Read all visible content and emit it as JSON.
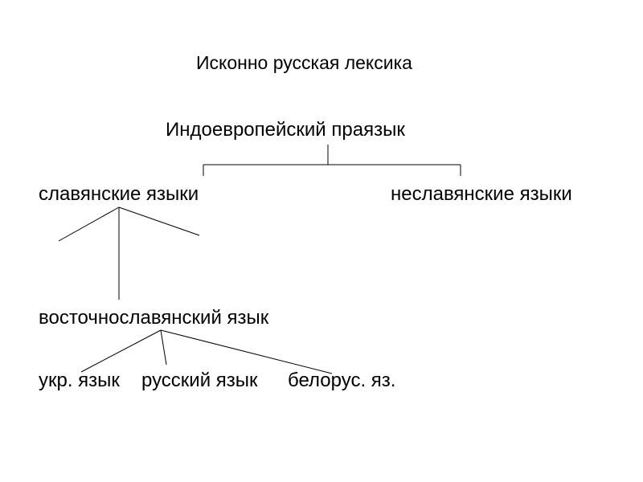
{
  "title": "Исконно русская лексика",
  "nodes": {
    "root": "Индоевропейский праязык",
    "slavic": "славянские языки",
    "non_slavic": "неславянские языки",
    "east_slavic": "восточнославянский язык",
    "ukrainian": "укр. язык",
    "russian": "русский язык",
    "belarusian": "белорус. яз."
  },
  "colors": {
    "text": "#000000",
    "lines": "#000000",
    "background": "#ffffff"
  }
}
